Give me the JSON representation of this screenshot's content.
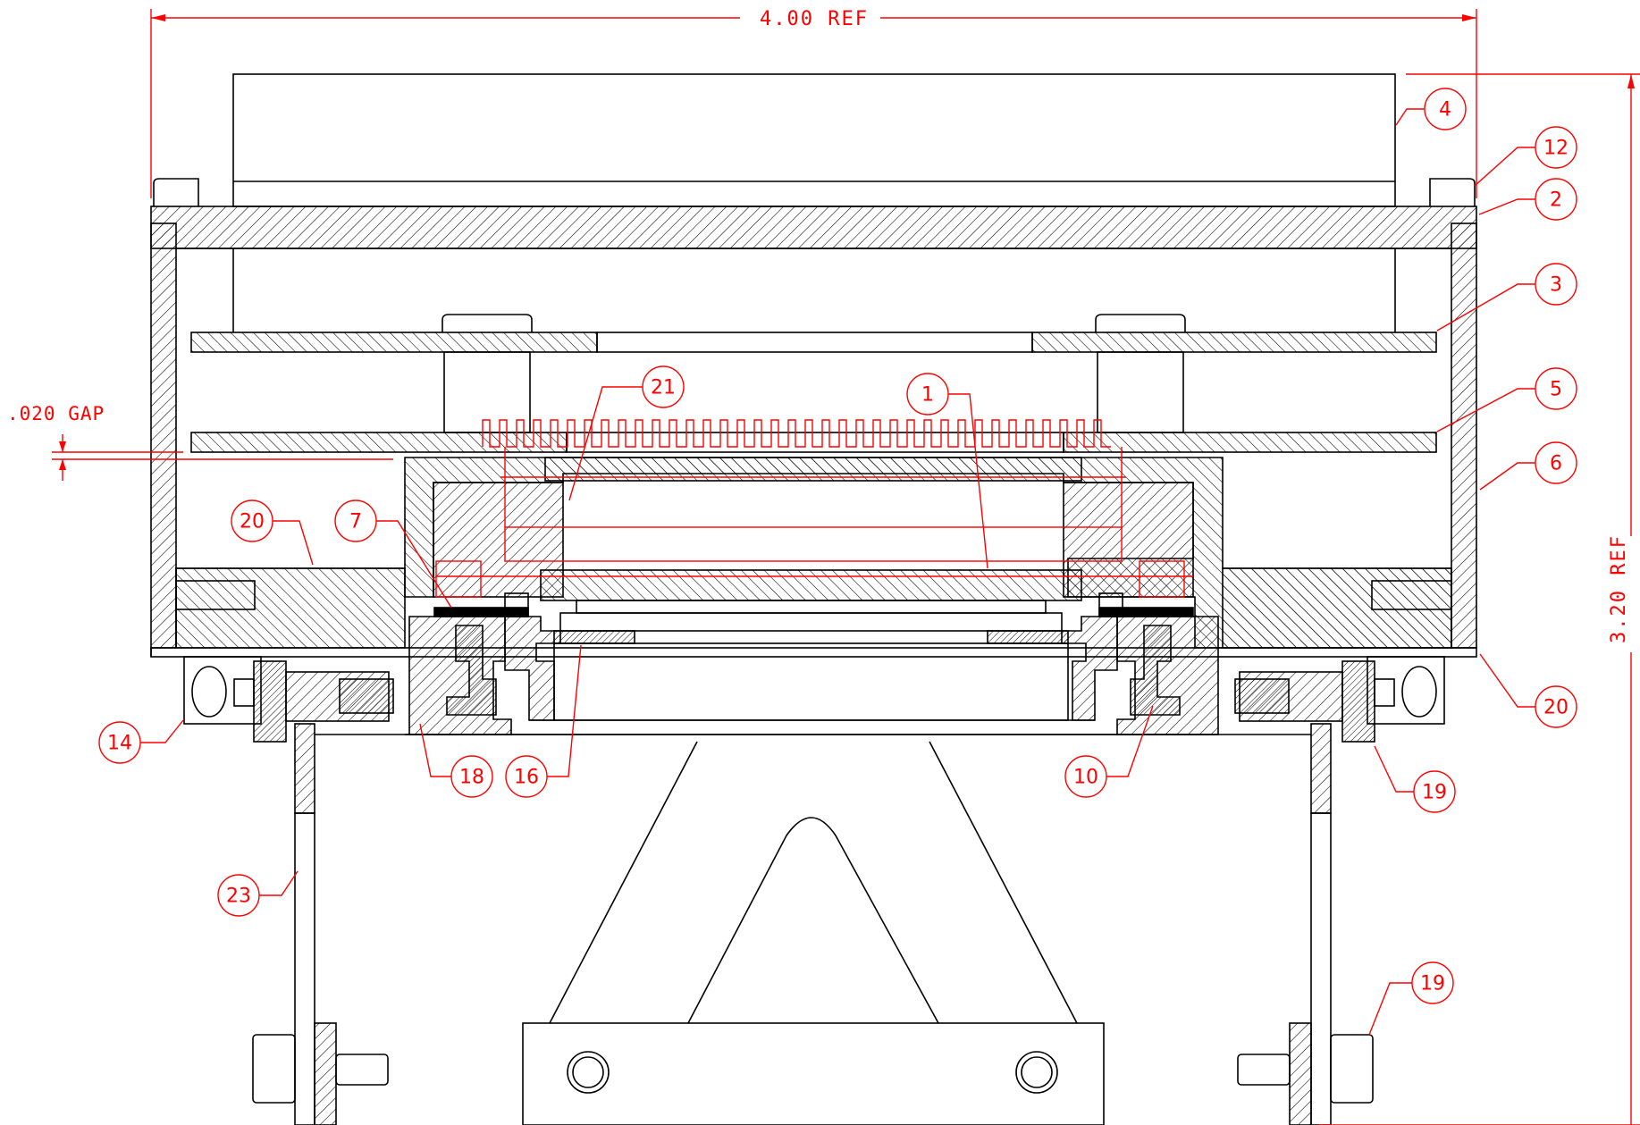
{
  "dimensions": {
    "width_label": "4.00 REF",
    "height_label": "3.20 REF",
    "gap_label": ".020 GAP"
  },
  "balloons": [
    {
      "id": "b4",
      "label": "4"
    },
    {
      "id": "b12",
      "label": "12"
    },
    {
      "id": "b2",
      "label": "2"
    },
    {
      "id": "b3",
      "label": "3"
    },
    {
      "id": "b21",
      "label": "21"
    },
    {
      "id": "b1",
      "label": "1"
    },
    {
      "id": "b5",
      "label": "5"
    },
    {
      "id": "b6",
      "label": "6"
    },
    {
      "id": "b20a",
      "label": "20"
    },
    {
      "id": "b7",
      "label": "7"
    },
    {
      "id": "b20b",
      "label": "20"
    },
    {
      "id": "b14",
      "label": "14"
    },
    {
      "id": "b18",
      "label": "18"
    },
    {
      "id": "b16",
      "label": "16"
    },
    {
      "id": "b10",
      "label": "10"
    },
    {
      "id": "b19a",
      "label": "19"
    },
    {
      "id": "b23",
      "label": "23"
    },
    {
      "id": "b19b",
      "label": "19"
    }
  ],
  "colors": {
    "annotation": "#ff0000",
    "geometry": "#000000",
    "background": "#ffffff"
  }
}
